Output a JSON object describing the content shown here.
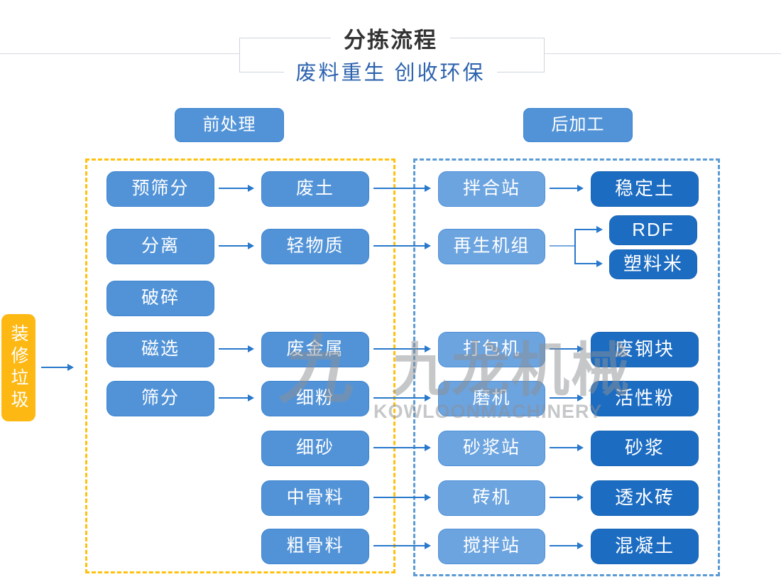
{
  "header": {
    "title": "分拣流程",
    "subtitle": "废料重生 创收环保"
  },
  "section_labels": {
    "pre": "前处理",
    "post": "后加工"
  },
  "source_node": {
    "label": "装修垃圾"
  },
  "watermark": {
    "logo_glyph": "九",
    "brand_cn": "九龙机械",
    "brand_en": "KOWLOONMACHINERY"
  },
  "colors": {
    "process_fill": "#5293d8",
    "process_border": "#3b83cf",
    "machine_fill": "#6ca4e0",
    "machine_border": "#5090d6",
    "product_fill": "#1c6cc2",
    "product_border": "#1765b6",
    "accent_yellow": "#fdb813",
    "dashed_yellow": "#ffc10d",
    "dashed_blue": "#5b9bd5",
    "arrow": "#2878cc",
    "subtitle_blue": "#2d63ae",
    "title_gray": "#333333",
    "watermark_gray": "#8d9095"
  },
  "diagram": {
    "nodes": [
      {
        "id": "yushaifen",
        "label": "预筛分",
        "col": "left",
        "row": 0,
        "variant": "process"
      },
      {
        "id": "fenli",
        "label": "分离",
        "col": "left",
        "row": 1,
        "variant": "process"
      },
      {
        "id": "posui",
        "label": "破碎",
        "col": "left",
        "row": 2,
        "variant": "process"
      },
      {
        "id": "cixuan",
        "label": "磁选",
        "col": "left",
        "row": 3,
        "variant": "process"
      },
      {
        "id": "shaifen",
        "label": "筛分",
        "col": "left",
        "row": 4,
        "variant": "process"
      },
      {
        "id": "feitu",
        "label": "废土",
        "col": "mid",
        "row": 0,
        "variant": "process"
      },
      {
        "id": "qingwuzhi",
        "label": "轻物质",
        "col": "mid",
        "row": 1,
        "variant": "process"
      },
      {
        "id": "feijinshu",
        "label": "废金属",
        "col": "mid",
        "row": 3,
        "variant": "process"
      },
      {
        "id": "xifen",
        "label": "细粉",
        "col": "mid",
        "row": 4,
        "variant": "process"
      },
      {
        "id": "xisha",
        "label": "细砂",
        "col": "mid",
        "row": 5,
        "variant": "process"
      },
      {
        "id": "zhonggualiao",
        "label": "中骨料",
        "col": "mid",
        "row": 6,
        "variant": "process"
      },
      {
        "id": "cugualiao",
        "label": "粗骨料",
        "col": "mid",
        "row": 7,
        "variant": "process"
      },
      {
        "id": "banhezhan",
        "label": "拌合站",
        "col": "machine",
        "row": 0,
        "variant": "machine"
      },
      {
        "id": "zaishengjizu",
        "label": "再生机组",
        "col": "machine",
        "row": 1,
        "variant": "machine"
      },
      {
        "id": "dabaoji",
        "label": "打包机",
        "col": "machine",
        "row": 3,
        "variant": "machine"
      },
      {
        "id": "moji",
        "label": "磨机",
        "col": "machine",
        "row": 4,
        "variant": "machine"
      },
      {
        "id": "shajiangzhan",
        "label": "砂浆站",
        "col": "machine",
        "row": 5,
        "variant": "machine"
      },
      {
        "id": "zhuanji",
        "label": "砖机",
        "col": "machine",
        "row": 6,
        "variant": "machine"
      },
      {
        "id": "jiaobanzhan",
        "label": "搅拌站",
        "col": "machine",
        "row": 7,
        "variant": "machine"
      },
      {
        "id": "wendingtu",
        "label": "稳定土",
        "col": "product",
        "row": 0,
        "variant": "product"
      },
      {
        "id": "rdf",
        "label": "RDF",
        "col": "split",
        "row": 1,
        "variant": "product"
      },
      {
        "id": "suliaomi",
        "label": "塑料米",
        "col": "split",
        "row": 1,
        "variant": "product"
      },
      {
        "id": "feigangkuai",
        "label": "废钢块",
        "col": "product",
        "row": 3,
        "variant": "product"
      },
      {
        "id": "huoxingfen",
        "label": "活性粉",
        "col": "product",
        "row": 4,
        "variant": "product"
      },
      {
        "id": "shajiang",
        "label": "砂浆",
        "col": "product",
        "row": 5,
        "variant": "product"
      },
      {
        "id": "toushuizhuan",
        "label": "透水砖",
        "col": "product",
        "row": 6,
        "variant": "product"
      },
      {
        "id": "hunningtu",
        "label": "混凝土",
        "col": "product",
        "row": 7,
        "variant": "product"
      }
    ],
    "edges": [
      {
        "from": "yushaifen",
        "to": "feitu"
      },
      {
        "from": "fenli",
        "to": "qingwuzhi"
      },
      {
        "from": "cixuan",
        "to": "feijinshu"
      },
      {
        "from": "shaifen",
        "to": "xifen"
      },
      {
        "from": "feitu",
        "to": "banhezhan"
      },
      {
        "from": "qingwuzhi",
        "to": "zaishengjizu"
      },
      {
        "from": "feijinshu",
        "to": "dabaoji"
      },
      {
        "from": "xifen",
        "to": "moji"
      },
      {
        "from": "xisha",
        "to": "shajiangzhan"
      },
      {
        "from": "zhonggualiao",
        "to": "zhuanji"
      },
      {
        "from": "cugualiao",
        "to": "jiaobanzhan"
      },
      {
        "from": "banhezhan",
        "to": "wendingtu"
      },
      {
        "from": "dabaoji",
        "to": "feigangkuai"
      },
      {
        "from": "moji",
        "to": "huoxingfen"
      },
      {
        "from": "shajiangzhan",
        "to": "shajiang"
      },
      {
        "from": "zhuanji",
        "to": "toushuizhuan"
      },
      {
        "from": "jiaobanzhan",
        "to": "hunningtu"
      }
    ],
    "fork": {
      "from": "zaishengjizu",
      "targets": [
        "rdf",
        "suliaomi"
      ]
    },
    "source_edge": {
      "from": "source"
    }
  }
}
